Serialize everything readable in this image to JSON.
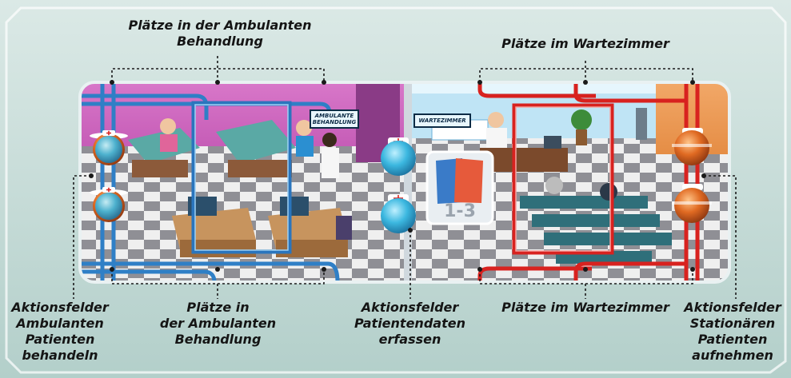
{
  "labels": {
    "top_left": [
      "Plätze in der Ambulanten",
      "Behandlung"
    ],
    "top_right": "Plätze im Wartezimmer",
    "bottom_left_action": [
      "Aktionsfelder",
      "Ambulanten",
      "Patienten",
      "behandeln"
    ],
    "bottom_left_places": [
      "Plätze in",
      "der Ambulanten",
      "Behandlung"
    ],
    "bottom_center": [
      "Aktionsfelder",
      "Patientendaten",
      "erfassen"
    ],
    "bottom_right_places": "Plätze im Wartezimmer",
    "bottom_right_action": [
      "Aktionsfelder",
      "Stationären",
      "Patienten",
      "aufnehmen"
    ]
  },
  "board": {
    "sign_ambulant": [
      "AMBULANTE",
      "BEHANDLUNG"
    ],
    "sign_waiting": "WARTEZIMMER",
    "card_range": "1-3"
  },
  "colors": {
    "background": "#bcd6d2",
    "outpatient_line": "#2f7fc6",
    "waiting_line": "#d8221f",
    "action_blue": "#3cb8e0",
    "action_orange": "#e06a22"
  }
}
